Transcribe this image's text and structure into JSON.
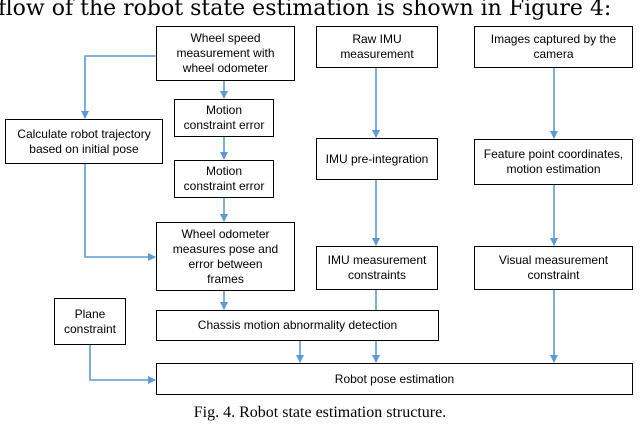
{
  "page_heading": "flow of the robot state estimation is shown in Figure 4:",
  "caption": "Fig. 4.  Robot state estimation structure.",
  "colors": {
    "arrow": "#5b9bd5",
    "box_border": "#000000"
  },
  "boxes": {
    "wheel_speed": "Wheel speed\nmeasurement with\nwheel odometer",
    "raw_imu": "Raw IMU\nmeasurement",
    "images": "Images captured by the\ncamera",
    "calc_trajectory": "Calculate robot trajectory\nbased on initial pose",
    "motion_error_1": "Motion\nconstraint error",
    "motion_error_2": "Motion\nconstraint error",
    "imu_preint": "IMU pre-integration",
    "feature_point": "Feature point coordinates,\nmotion estimation",
    "wheel_odom_pose": "Wheel odometer\nmeasures pose and\nerror between\nframes",
    "imu_constraints": "IMU measurement\nconstraints",
    "visual_constraint": "Visual measurement\nconstraint",
    "plane_constraint": "Plane\nconstraint",
    "chassis_abnormality": "Chassis motion abnormality detection",
    "robot_pose": "Robot pose estimation"
  }
}
